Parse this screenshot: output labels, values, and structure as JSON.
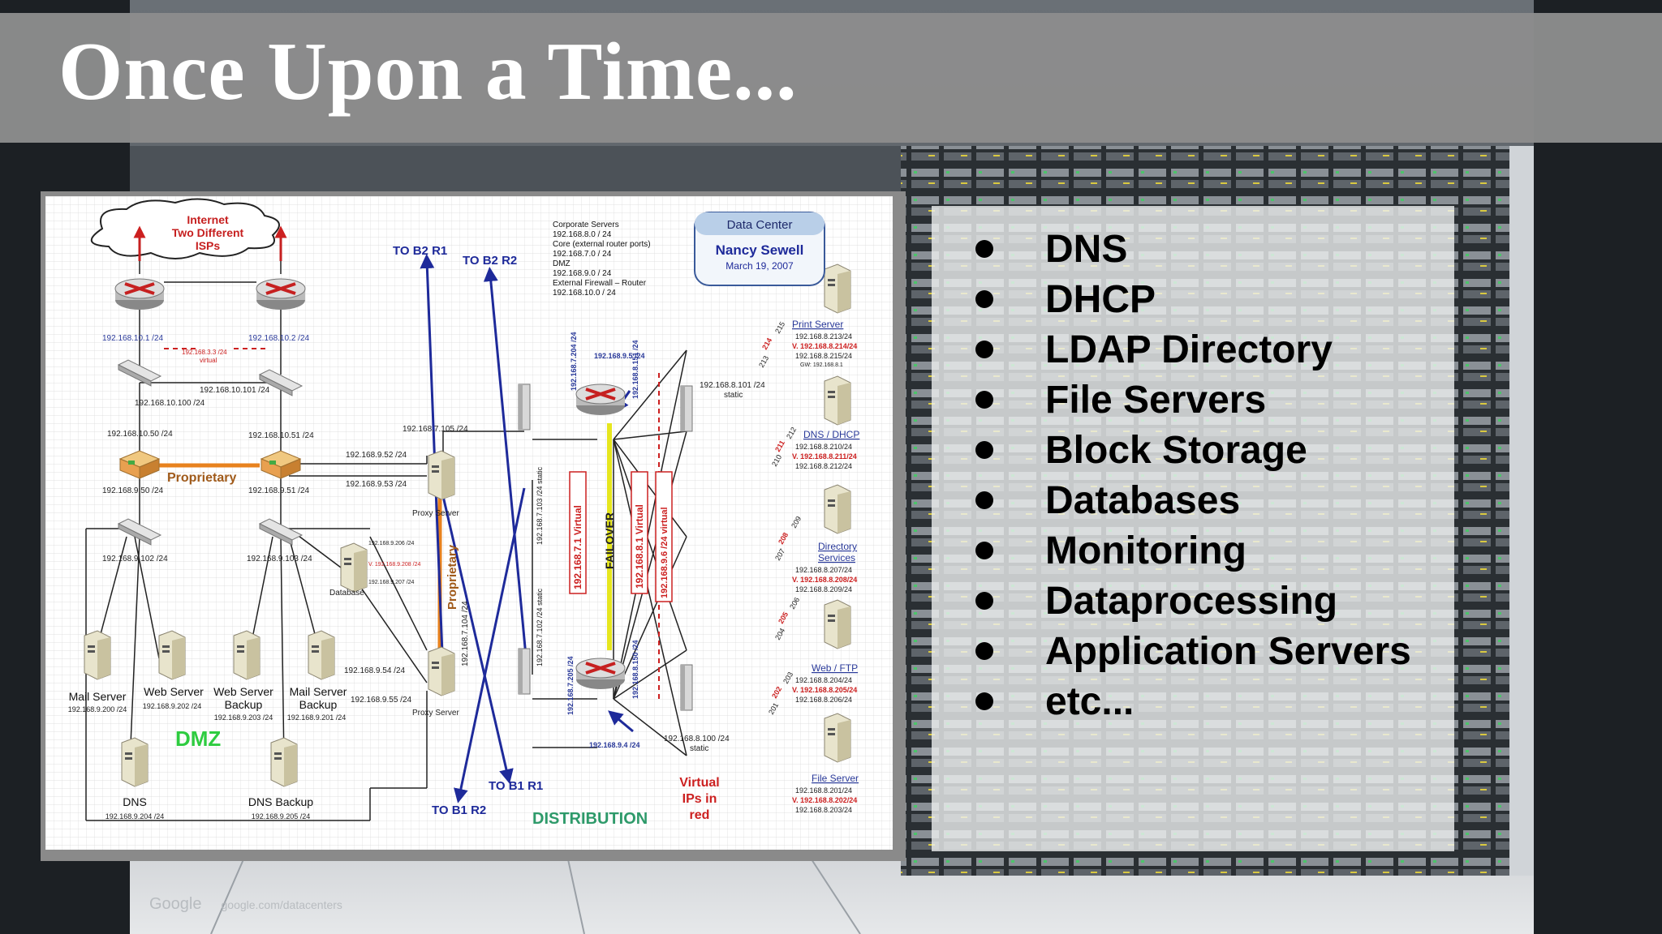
{
  "slide": {
    "title": "Once Upon a Time...",
    "bullets": [
      "DNS",
      "DHCP",
      "LDAP Directory",
      "File Servers",
      "Block Storage",
      "Databases",
      "Monitoring",
      "Dataprocessing",
      "Application Servers",
      "etc..."
    ]
  },
  "photo_credit": {
    "brand": "Google",
    "url": "google.com/datacenters"
  },
  "diagram": {
    "cloud": {
      "line1": "Internet",
      "line2": "Two Different",
      "line3": "ISPs"
    },
    "data_center": {
      "label": "Data Center",
      "name": "Nancy Sewell",
      "date": "March 19, 2007"
    },
    "corporate_info": [
      "Corporate Servers",
      "192.168.8.0 / 24",
      "Core (external router ports)",
      "192.168.7.0 / 24",
      "DMZ",
      "192.168.9.0 / 24",
      "External Firewall – Router",
      "192.168.10.0 / 24"
    ],
    "to_b2_r1": "TO B2 R1",
    "to_b2_r2": "TO B2 R2",
    "to_b1_r1": "TO B1 R1",
    "to_b1_r2": "TO B1 R2",
    "ip_router_left": "192.168.10.1 /24",
    "ip_router_right": "192.168.10.2 /24",
    "ip_virtual_top": "192.168.3.3 /24",
    "ip_virtual_top_note": "virtual",
    "ip_switch_top_right": "192.168.10.101 /24",
    "ip_switch_top_left": "192.168.10.100 /24",
    "ip_fw_left_top": "192.168.10.50 /24",
    "ip_fw_right_top": "192.168.10.51 /24",
    "ip_fw_left_bottom": "192.168.9.50 /24",
    "ip_fw_right_bottom": "192.168.9.51 /24",
    "proprietary_label": "Proprietary",
    "ip_switch_dmz_left": "192.168.9.102 /24",
    "ip_switch_dmz_right": "192.168.9.103 /24",
    "mail_server": {
      "label": "Mail Server",
      "ip": "192.168.9.200 /24"
    },
    "web_server": {
      "label": "Web Server",
      "ip": "192.168.9.202 /24"
    },
    "web_server_backup": {
      "line1": "Web Server",
      "line2": "Backup",
      "ip": "192.168.9.203 /24"
    },
    "mail_server_backup": {
      "line1": "Mail Server",
      "line2": "Backup",
      "ip": "192.168.9.201 /24"
    },
    "dmz_label": "DMZ",
    "dns": {
      "label": "DNS",
      "ip": "192.168.9.204 /24"
    },
    "dns_backup": {
      "label": "DNS Backup",
      "ip": "192.168.9.205 /24"
    },
    "ip_proxy_top_a": "192.168.9.52 /24",
    "ip_proxy_top_b": "192.168.9.53 /24",
    "ip_proxy_top_core": "192.168.7.105 /24",
    "proxy_server_top": "Proxy Server",
    "ip_proxy_bottom_a": "192.168.9.54 /24",
    "ip_proxy_bottom_b": "192.168.9.55 /24",
    "proxy_server_bottom": "Proxy Server",
    "ip_proxy_bottom_core": "192.168.7.104 /24",
    "database": {
      "label": "Database",
      "ip1": "192.168.9.206 /24",
      "ip_virtual": "V. 192.168.9.208 /24",
      "ip2": "192.168.9.207 /24"
    },
    "ip_core_top_switch": "192.168.7.103 /24 static",
    "ip_core_bottom_switch": "192.168.7.102 /24 static",
    "ip_router_top_core": "192.168.7.204 /24",
    "ip_router_bottom_core": "192.168.7.205 /24",
    "ip_router_top_mgmt": "192.168.9.5 /24",
    "ip_router_bottom_mgmt": "192.168.9.4 /24",
    "ip_router_top_8": "192.168.8.151 /24",
    "ip_router_bottom_8": "192.168.8.150 /24",
    "virtual_7": "192.168.7.1 Virtual",
    "failover": "FAILOVER",
    "virtual_8": "192.168.8.1 Virtual",
    "virtual_9": "192.168.9.6 /24 virtual",
    "ip_dist_top": "192.168.8.101 /24",
    "ip_dist_top_note": "static",
    "ip_dist_bottom": "192.168.8.100 /24",
    "ip_dist_bottom_note": "static",
    "distribution_label": "DISTRIBUTION",
    "virtual_note": {
      "line1": "Virtual",
      "line2": "IPs in",
      "line3": "red"
    },
    "print_server": {
      "label": "Print Server",
      "ip1": "192.168.8.213/24",
      "ipv": "V. 192.168.8.214/24",
      "ip2": "192.168.8.215/24",
      "gw": "GW: 192.168.8.1",
      "port_a": "214",
      "port_b": "215",
      "port_c": "213"
    },
    "dns_dhcp": {
      "label": "DNS / DHCP",
      "ip1": "192.168.8.210/24",
      "ipv": "V. 192.168.8.211/24",
      "ip2": "192.168.8.212/24",
      "port_a": "211",
      "port_b": "212",
      "port_c": "210"
    },
    "directory_services": {
      "line1": "Directory",
      "line2": "Services",
      "ip1": "192.168.8.207/24",
      "ipv": "V. 192.168.8.208/24",
      "ip2": "192.168.8.209/24",
      "port_a": "208",
      "port_b": "209",
      "port_c": "207"
    },
    "web_ftp": {
      "label": "Web / FTP",
      "ip1": "192.168.8.204/24",
      "ipv": "V. 192.168.8.205/24",
      "ip2": "192.168.8.206/24",
      "port_a": "205",
      "port_b": "206",
      "port_c": "204"
    },
    "file_server": {
      "label": "File Server",
      "ip1": "192.168.8.201/24",
      "ipv": "V. 192.168.8.202/24",
      "ip2": "192.168.8.203/24",
      "port_a": "202",
      "port_b": "203",
      "port_c": "201"
    }
  },
  "colors": {
    "title_bar": "#8c8c8c",
    "title_text": "#ffffff",
    "diagram_blue": "#1e2a9a",
    "virtual_red": "#cc2020",
    "dmz_green": "#2ecc40",
    "distribution_green": "#2e9a6a",
    "orange": "#e8821e",
    "failover_yellow": "#e6e61e"
  }
}
